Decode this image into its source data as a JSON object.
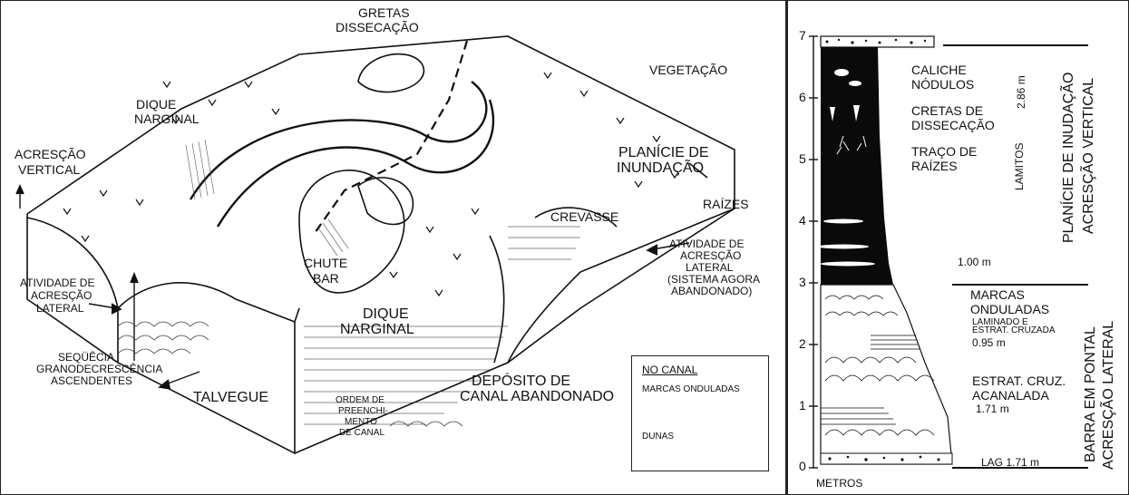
{
  "diagram": {
    "left_labels": {
      "gretas": "GRETAS",
      "disseccacao": "DISSECAÇÃO",
      "vegetacao": "VEGETAÇÃO",
      "dique_narginal_top_1": "DIQUE",
      "dique_narginal_top_2": "NARGINAL",
      "acrescao_vertical_1": "ACRESÇÃO",
      "acrescao_vertical_2": "VERTICAL",
      "planicie_1": "PLANÍCIE DE",
      "planicie_2": "INUNDAÇÃO",
      "raizes": "RAÍZES",
      "crevasse": "CREVASSE",
      "atividade_lateral_right_1": "ATIVIDADE DE",
      "atividade_lateral_right_2": "ACRESÇÃO",
      "atividade_lateral_right_3": "LATERAL",
      "atividade_lateral_right_4": "(SISTEMA AGORA",
      "atividade_lateral_right_5": "ABANDONADO)",
      "chute_bar_1": "CHUTE",
      "chute_bar_2": "BAR",
      "atividade_left_1": "ATIVIDADE DE",
      "atividade_left_2": "ACRESÇÃO",
      "atividade_left_3": "LATERAL",
      "dique_bottom_1": "DIQUE",
      "dique_bottom_2": "NARGINAL",
      "sequencia_1": "SEQÜÊCIA",
      "sequencia_2": "GRANODECRESCÊNCIA",
      "sequencia_3": "ASCENDENTES",
      "talvegue": "TALVEGUE",
      "ordem_1": "ORDEM DE",
      "ordem_2": "PREENCHI-",
      "ordem_3": "MENTO",
      "ordem_4": "DE CANAL",
      "deposito_1": "DEPÓSITO DE",
      "deposito_2": "CANAL ABANDONADO"
    },
    "legend": {
      "title": "NO CANAL",
      "item1": "MARCAS ONDULADAS",
      "item2": "DUNAS"
    }
  },
  "column": {
    "axis_ticks": [
      "0",
      "1",
      "2",
      "3",
      "4",
      "5",
      "6",
      "7"
    ],
    "axis_unit": "METROS",
    "upper_labels": {
      "caliche": "CALICHE",
      "nodulos": "NÓDULOS",
      "cretas": "CRETAS DE",
      "disseccacao": "DISSECAÇÃO",
      "traco": "TRAÇO DE",
      "raizes": "RAÍZES",
      "thickness": "2.86 m",
      "lamitos": "LAMITOS",
      "one_m": "1.00 m",
      "planicie_1": "PLANÍCIE DE INUDAÇÃO",
      "planicie_2": "ACRESÇÃO VERTICAL"
    },
    "lower_labels": {
      "marcas": "MARCAS",
      "onduladas": "ONDULADAS",
      "laminado": "LAMINADO E",
      "estrat_cruzada": "ESTRAT. CRUZADA",
      "m095": "0.95 m",
      "estrat_cruz": "ESTRAT. CRUZ.",
      "acanalada": "ACANALADA",
      "m171": "1.71 m",
      "lag": "LAG  1.71 m",
      "barra_1": "BARRA EM PONTAL",
      "barra_2": "ACRESÇÃO LATERAL"
    }
  }
}
